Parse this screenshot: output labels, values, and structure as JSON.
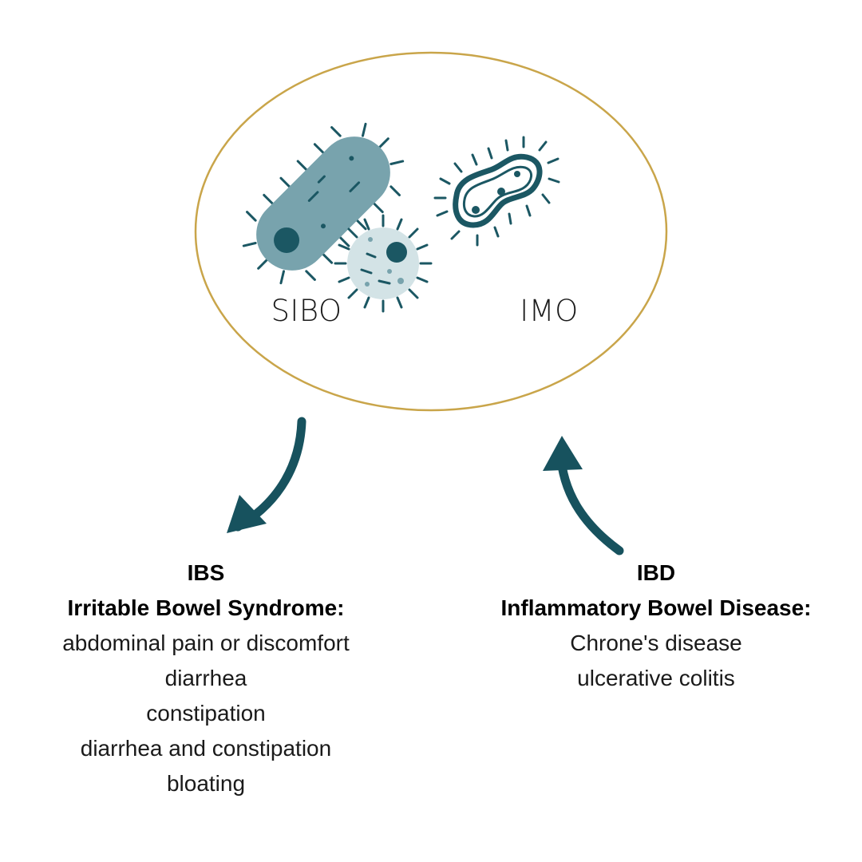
{
  "circle": {
    "left_label": "SIBO",
    "right_label": "IMO",
    "border_color": "#c9a54a"
  },
  "colors": {
    "arrow": "#17525e",
    "bacteria_dark": "#1b5763",
    "bacteria_mid": "#78a3ad",
    "bacteria_light": "#d3e3e6"
  },
  "icons": {
    "left": "rod-bacteria-icon",
    "left_small": "coccus-bacteria-icon",
    "right": "parasite-icon"
  },
  "ibs": {
    "abbr": "IBS",
    "name": "Irritable Bowel Syndrome:",
    "items": [
      "abdominal pain or discomfort",
      "diarrhea",
      "constipation",
      "diarrhea and constipation",
      "bloating"
    ]
  },
  "ibd": {
    "abbr": "IBD",
    "name": "Inflammatory Bowel Disease:",
    "items": [
      "Chrone's disease",
      "ulcerative colitis"
    ]
  }
}
